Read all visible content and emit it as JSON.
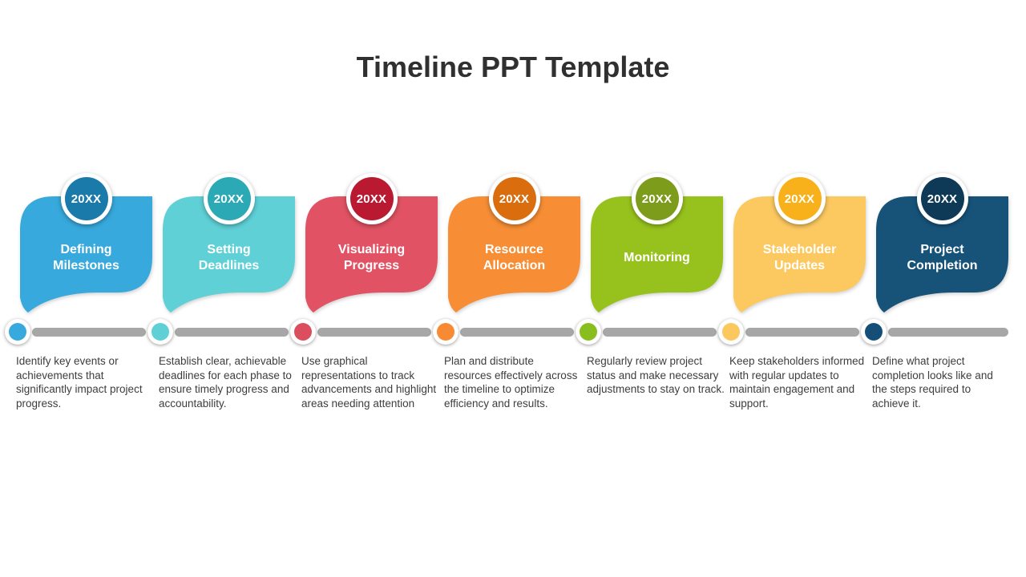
{
  "page": {
    "title": "Timeline PPT Template"
  },
  "timeline": {
    "track_color": "#a7a7a7",
    "items": [
      {
        "year": "20XX",
        "title": "Defining\nMilestones",
        "description": "Identify key events or achievements that significantly impact project progress.",
        "colors": {
          "bubble": "#37a9dc",
          "badge": "#1a7aa9",
          "dot": "#37a9dc"
        }
      },
      {
        "year": "20XX",
        "title": "Setting\nDeadlines",
        "description": "Establish clear, achievable deadlines for each phase to ensure timely progress and accountability.",
        "colors": {
          "bubble": "#5ed0d6",
          "badge": "#2ba9b4",
          "dot": "#5ed0d6"
        }
      },
      {
        "year": "20XX",
        "title": "Visualizing\nProgress",
        "description": "Use graphical representations to track advancements and highlight areas needing attention",
        "colors": {
          "bubble": "#e15364",
          "badge": "#ba1a31",
          "dot": "#da4e5e"
        }
      },
      {
        "year": "20XX",
        "title": "Resource\nAllocation",
        "description": "Plan and distribute resources effectively across the timeline to optimize efficiency and results.",
        "colors": {
          "bubble": "#f78e35",
          "badge": "#da6e0f",
          "dot": "#f78a33"
        }
      },
      {
        "year": "20XX",
        "title": "Monitoring",
        "description": "Regularly review project status and make necessary adjustments to stay on track.",
        "colors": {
          "bubble": "#97c21d",
          "badge": "#7d9c1b",
          "dot": "#8abd1e"
        }
      },
      {
        "year": "20XX",
        "title": "Stakeholder\nUpdates",
        "description": "Keep stakeholders informed with regular updates to maintain engagement and support.",
        "colors": {
          "bubble": "#fcc960",
          "badge": "#f9b11b",
          "dot": "#fbc75f"
        }
      },
      {
        "year": "20XX",
        "title": "Project\nCompletion",
        "description": "Define what project completion looks like and the steps required to achieve it.",
        "colors": {
          "bubble": "#175379",
          "badge": "#0e3a58",
          "dot": "#154f77"
        }
      }
    ]
  }
}
